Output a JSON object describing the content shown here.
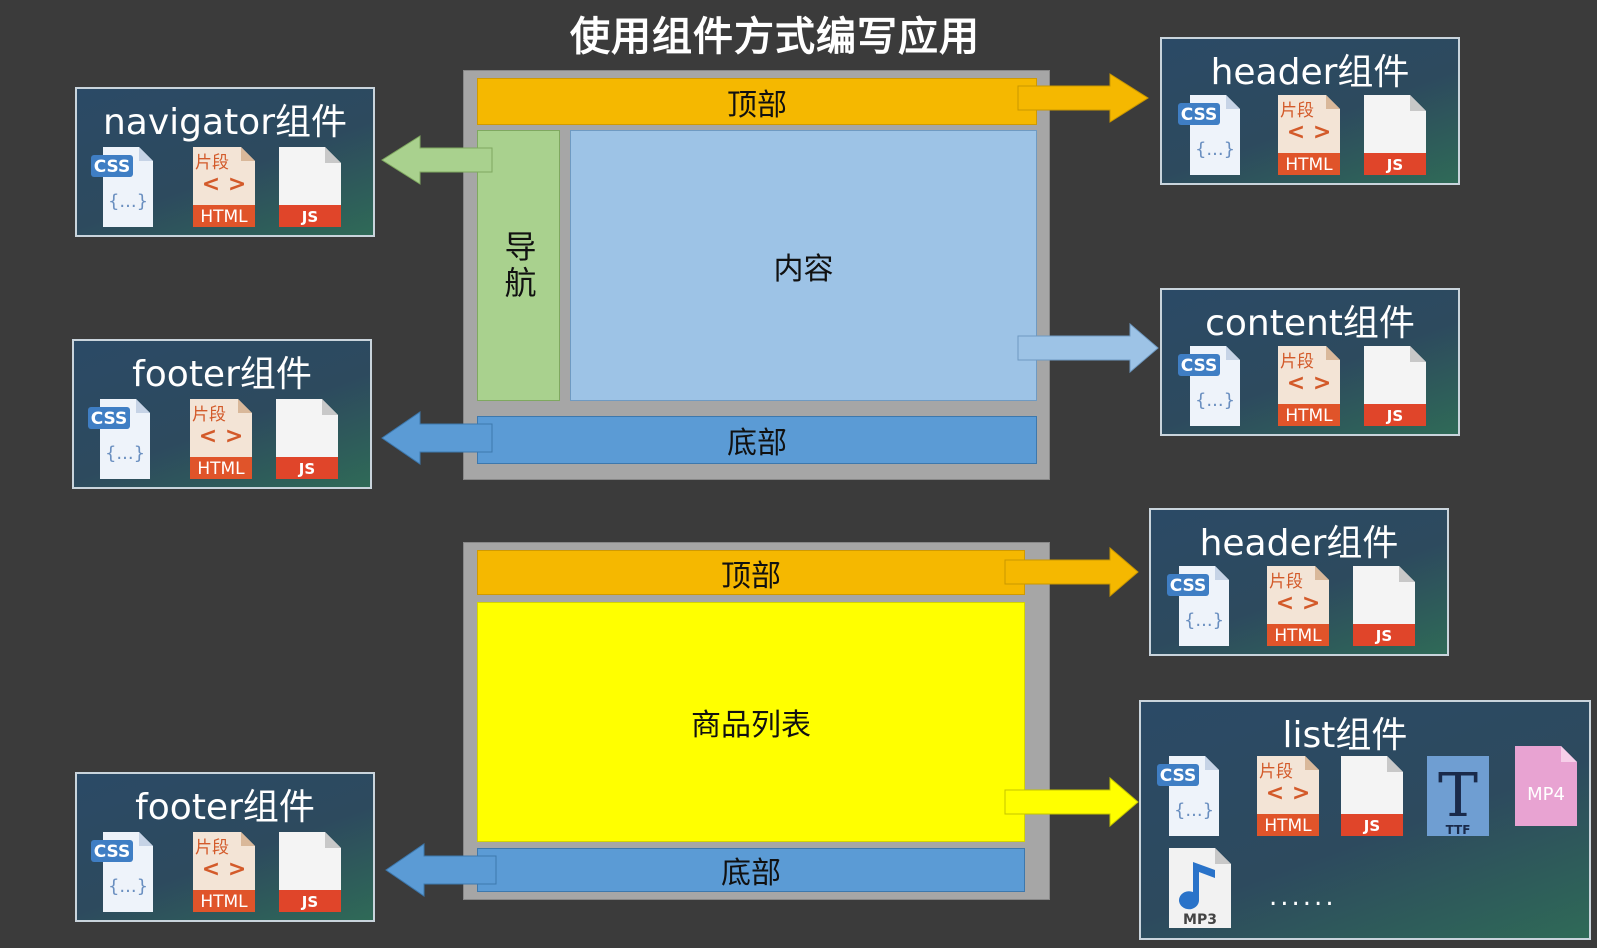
{
  "title": "使用组件方式编写应用",
  "layout1": {
    "top": "顶部",
    "nav": "导航",
    "content": "内容",
    "bottom": "底部"
  },
  "layout2": {
    "top": "顶部",
    "list": "商品列表",
    "bottom": "底部"
  },
  "cards": {
    "header1": "header组件",
    "navigator": "navigator组件",
    "content": "content组件",
    "footer1": "footer组件",
    "header2": "header组件",
    "list": "list组件",
    "footer2": "footer组件"
  },
  "file_labels": {
    "css": "CSS",
    "css_body": "{...}",
    "snippet": "片段",
    "html": "HTML",
    "js": "JS",
    "ttf": "TTF",
    "mp4": "MP4",
    "mp3": "MP3",
    "more": "......"
  },
  "colors": {
    "background": "#3b3b3b",
    "top_bar": "#f5b800",
    "nav_bar": "#a9d18e",
    "content_area": "#9dc3e6",
    "bottom_bar": "#5b9bd5",
    "list_area": "#ffff00"
  }
}
